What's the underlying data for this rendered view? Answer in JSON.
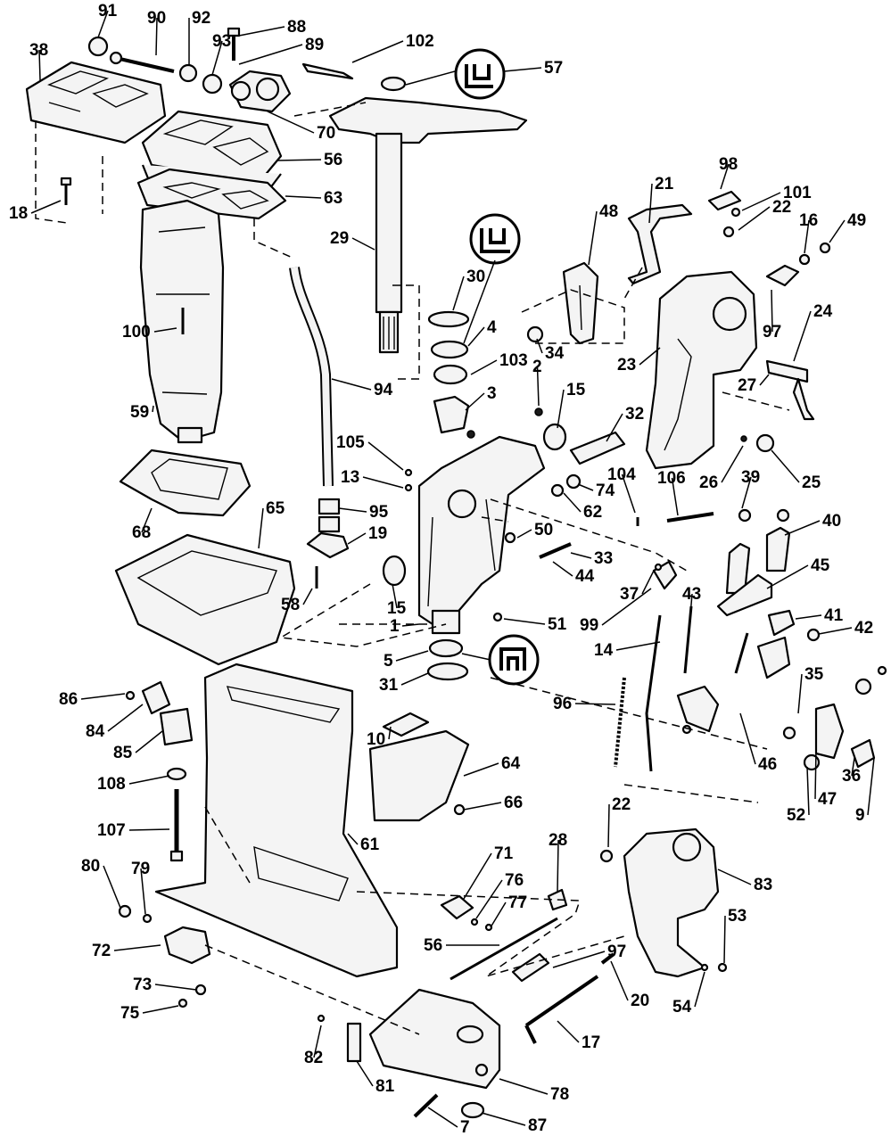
{
  "labels": [
    "91",
    "90",
    "92",
    "93",
    "88",
    "89",
    "102",
    "57",
    "38",
    "70",
    "56",
    "18",
    "63",
    "29",
    "100",
    "59",
    "30",
    "4",
    "103",
    "3",
    "2",
    "94",
    "98",
    "21",
    "101",
    "48",
    "22",
    "16",
    "49",
    "97",
    "24",
    "34",
    "23",
    "27",
    "15",
    "32",
    "26",
    "25",
    "105",
    "13",
    "104",
    "106",
    "74",
    "62",
    "39",
    "40",
    "95",
    "19",
    "68",
    "65",
    "50",
    "33",
    "44",
    "37",
    "45",
    "58",
    "15",
    "1",
    "51",
    "99",
    "43",
    "41",
    "42",
    "5",
    "31",
    "14",
    "86",
    "84",
    "10",
    "96",
    "46",
    "35",
    "85",
    "64",
    "108",
    "66",
    "36",
    "47",
    "9",
    "52",
    "107",
    "61",
    "22",
    "83",
    "28",
    "80",
    "79",
    "71",
    "76",
    "77",
    "53",
    "72",
    "56",
    "97",
    "20",
    "54",
    "73",
    "75",
    "17",
    "82",
    "81",
    "78",
    "7",
    "87"
  ],
  "symbols": [
    "lubricant-icon",
    "sealant-icon",
    "adhesive-icon"
  ]
}
